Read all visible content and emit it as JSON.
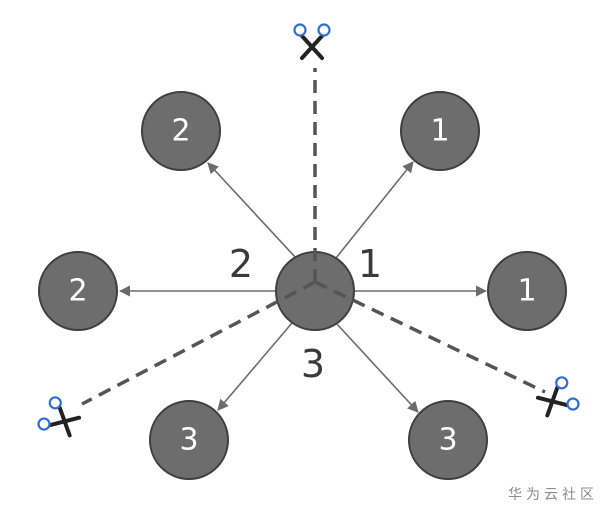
{
  "diagram": {
    "center_node": {
      "label": ""
    },
    "sector_labels": {
      "sector_1": "1",
      "sector_2": "2",
      "sector_3": "3"
    },
    "outer_nodes": [
      {
        "id": "top-left",
        "label": "2"
      },
      {
        "id": "top-right",
        "label": "1"
      },
      {
        "id": "mid-left",
        "label": "2"
      },
      {
        "id": "mid-right",
        "label": "1"
      },
      {
        "id": "bottom-left",
        "label": "3"
      },
      {
        "id": "bottom-right",
        "label": "3"
      }
    ],
    "cut_icons": [
      "scissors-icon",
      "scissors-icon",
      "scissors-icon"
    ],
    "colors": {
      "node_fill": "#6d6d6d",
      "node_stroke": "#3f3f3f",
      "arrow": "#6b6b6b",
      "cut_line": "#555555",
      "scissor_blade": "#222222",
      "scissor_handle": "#2e6fd1"
    }
  },
  "watermark": {
    "text": "华为云社区"
  }
}
